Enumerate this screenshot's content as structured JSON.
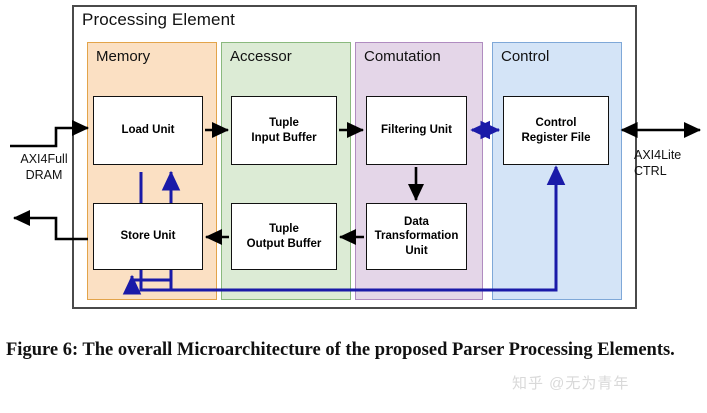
{
  "figure": {
    "frame_title": "Processing Element",
    "groups": [
      {
        "key": "memory",
        "label": "Memory",
        "fill": "#fbe0c3",
        "border": "#e3a44a"
      },
      {
        "key": "accessor",
        "label": "Accessor",
        "fill": "#dcebd5",
        "border": "#8ab97e"
      },
      {
        "key": "computation",
        "label": "Comutation",
        "fill": "#e4d6e8",
        "border": "#b08cc0"
      },
      {
        "key": "control",
        "label": "Control",
        "fill": "#d4e4f7",
        "border": "#7fa8d8"
      }
    ],
    "units": {
      "load_unit": "Load Unit",
      "store_unit": "Store Unit",
      "tuple_input_buffer_line1": "Tuple",
      "tuple_input_buffer_line2": "Input Buffer",
      "tuple_output_buffer_line1": "Tuple",
      "tuple_output_buffer_line2": "Output Buffer",
      "filtering_unit": "Filtering Unit",
      "data_transformation_unit_line1": "Data",
      "data_transformation_unit_line2": "Transformation",
      "data_transformation_unit_line3": "Unit",
      "control_register_file_line1": "Control",
      "control_register_file_line2": "Register File"
    },
    "external_ports": {
      "left_line1": "AXI4Full",
      "left_line2": "DRAM",
      "right_line1": "AXI4Lite",
      "right_line2": "CTRL"
    },
    "colors": {
      "data_path": "#000000",
      "control_path": "#1a1aa8",
      "frame_border": "#4a4a4a",
      "unit_border": "#111111",
      "unit_fill": "#ffffff",
      "page_background": "#ffffff",
      "watermark": "#d9d9d9"
    }
  },
  "caption": {
    "text": "Figure 6: The overall Microarchitecture of the proposed Parser Processing Elements."
  },
  "watermark": {
    "text": "知乎 @无为青年"
  }
}
